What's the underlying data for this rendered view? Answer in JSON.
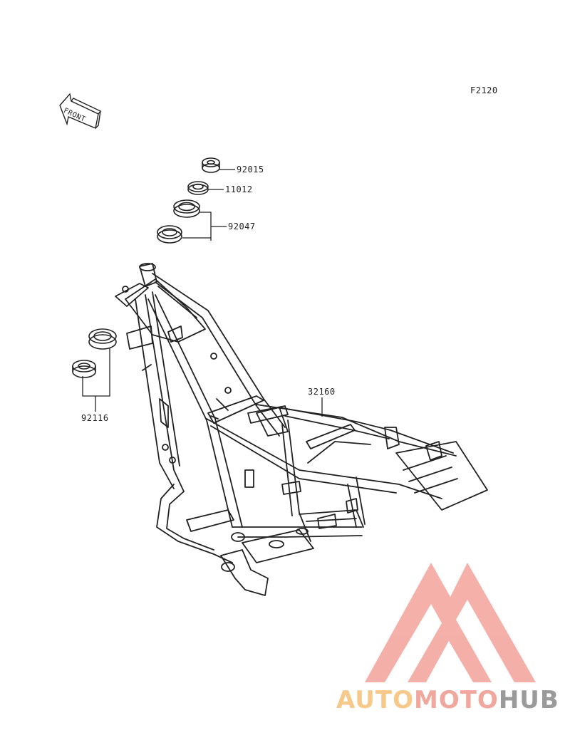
{
  "diagram": {
    "code": "F2120",
    "front_arrow": "FRONT",
    "parts": [
      {
        "number": "92015"
      },
      {
        "number": "11012"
      },
      {
        "number": "92047"
      },
      {
        "number": "32160"
      },
      {
        "number": "92116"
      }
    ]
  },
  "watermark": {
    "part1": "AUTO",
    "part2": "MOTO",
    "part3": "HUB",
    "colors": {
      "auto": "#f6c88a",
      "moto": "#f0a89e",
      "hub": "#9a9a9a",
      "logo": "#f3a7a0"
    }
  }
}
